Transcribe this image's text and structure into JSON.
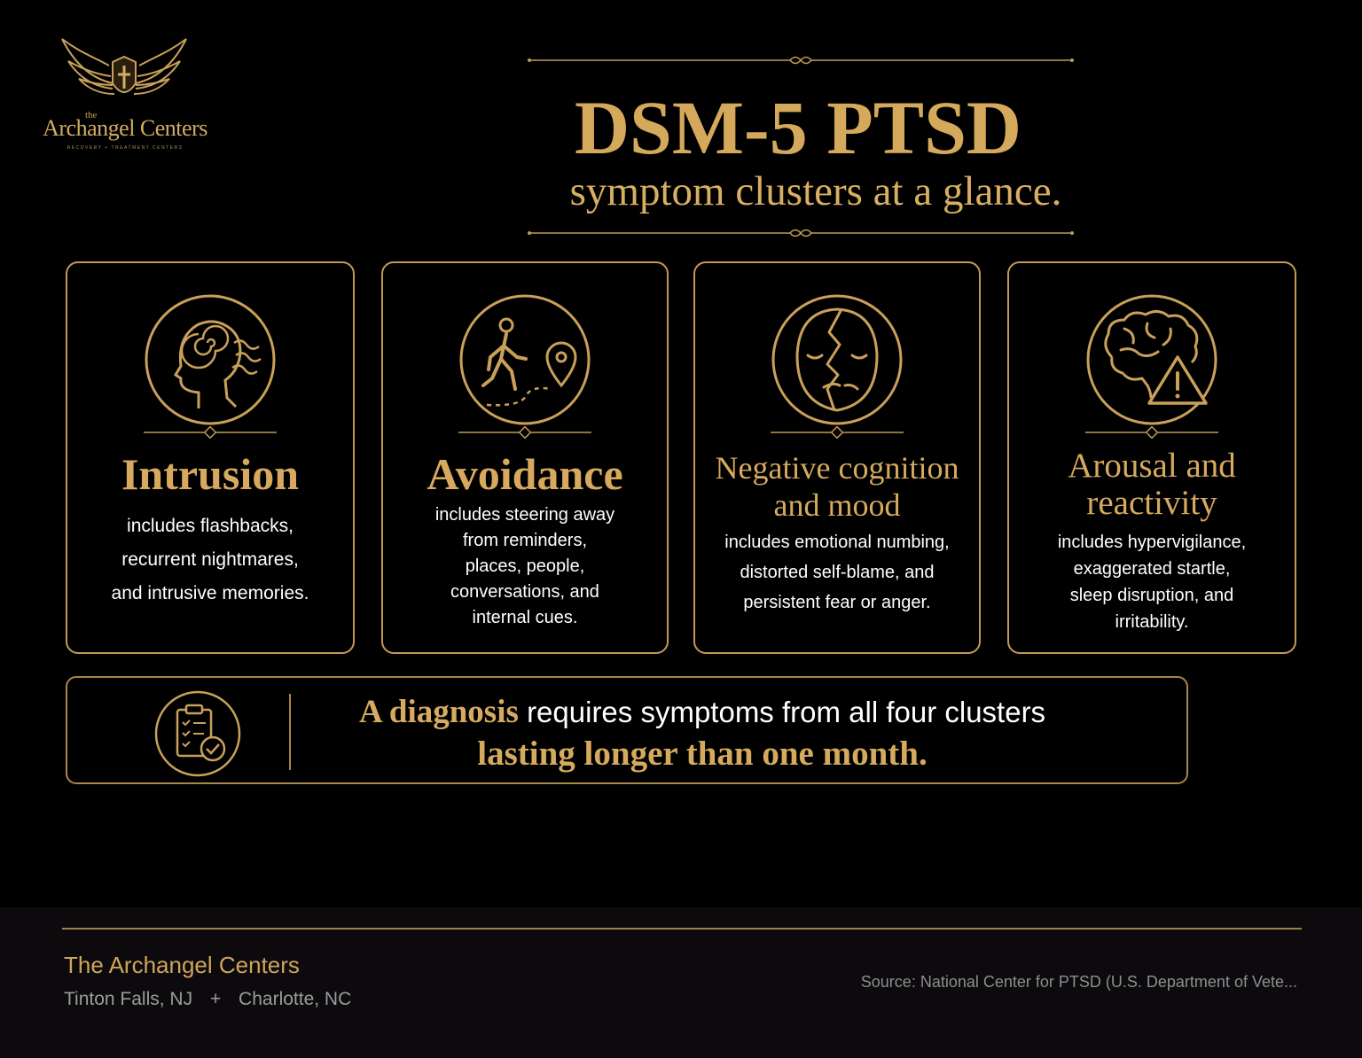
{
  "logo": {
    "the": "the",
    "name": "Archangel Centers",
    "tagline": "RECOVERY + TREATMENT CENTERS"
  },
  "header": {
    "title": "DSM-5 PTSD",
    "subtitle": "symptom clusters at a glance."
  },
  "colors": {
    "background": "#000000",
    "gold": "#d6a95e",
    "text": "#ffffff",
    "footer": "#0c0a0d"
  },
  "clusters": [
    {
      "icon": "head-spiral-icon",
      "title": "Intrusion",
      "description": [
        "includes flashbacks,",
        "recurrent nightmares,",
        "and intrusive memories."
      ]
    },
    {
      "icon": "walking-person-pin-icon",
      "title": "Avoidance",
      "description": [
        "includes steering away",
        "from reminders,",
        "places, people,",
        "conversations, and",
        "internal cues."
      ]
    },
    {
      "icon": "cracked-mask-icon",
      "title": [
        "Negative cognition",
        "and mood"
      ],
      "description": [
        "includes emotional numbing,",
        "distorted self-blame, and",
        "persistent fear or anger."
      ]
    },
    {
      "icon": "brain-warning-icon",
      "title": [
        "Arousal and",
        "reactivity"
      ],
      "description": [
        "includes hypervigilance,",
        "exaggerated startle,",
        "sleep disruption, and",
        "irritability."
      ]
    }
  ],
  "banner": {
    "icon": "clipboard-check-icon",
    "emphasis": "A diagnosis",
    "line1_rest": "requires symptoms from all four clusters",
    "line2": "lasting longer than one month."
  },
  "footer": {
    "org": "The Archangel Centers",
    "location_1": "Tinton Falls, NJ",
    "separator": "+",
    "location_2": "Charlotte, NC",
    "source": "Source: National Center for PTSD (U.S. Department of Vete..."
  }
}
